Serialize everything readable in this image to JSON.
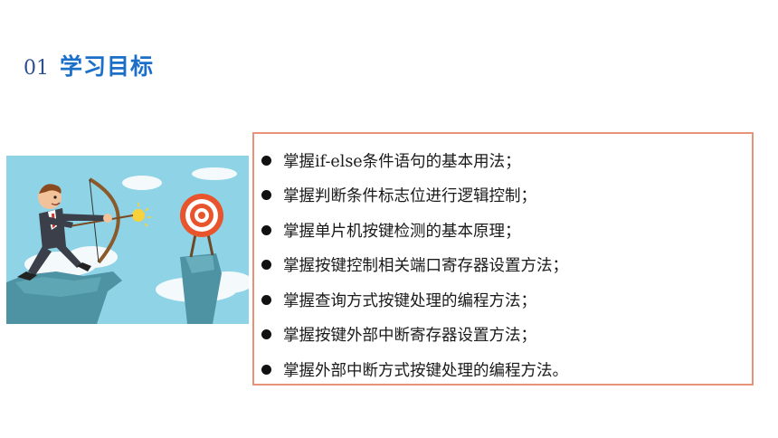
{
  "slide": {
    "number": "01",
    "heading": "学习目标"
  },
  "goals": [
    "掌握if-else条件语句的基本用法；",
    "掌握判断条件标志位进行逻辑控制；",
    "掌握单片机按键检测的基本原理；",
    "掌握按键控制相关端口寄存器设置方法；",
    "掌握查询方式按键处理的编程方法；",
    "掌握按键外部中断寄存器设置方法；",
    "掌握外部中断方式按键处理的编程方法。"
  ],
  "colors": {
    "heading": "#1b6fc8",
    "number": "#2e4f8f",
    "box_border": "#e8927a",
    "sky": "#8fd3e6",
    "cliff": "#5ea2b0",
    "target_red": "#e8542b"
  },
  "illustration": {
    "subject": "archer-aiming-at-target-icon"
  }
}
